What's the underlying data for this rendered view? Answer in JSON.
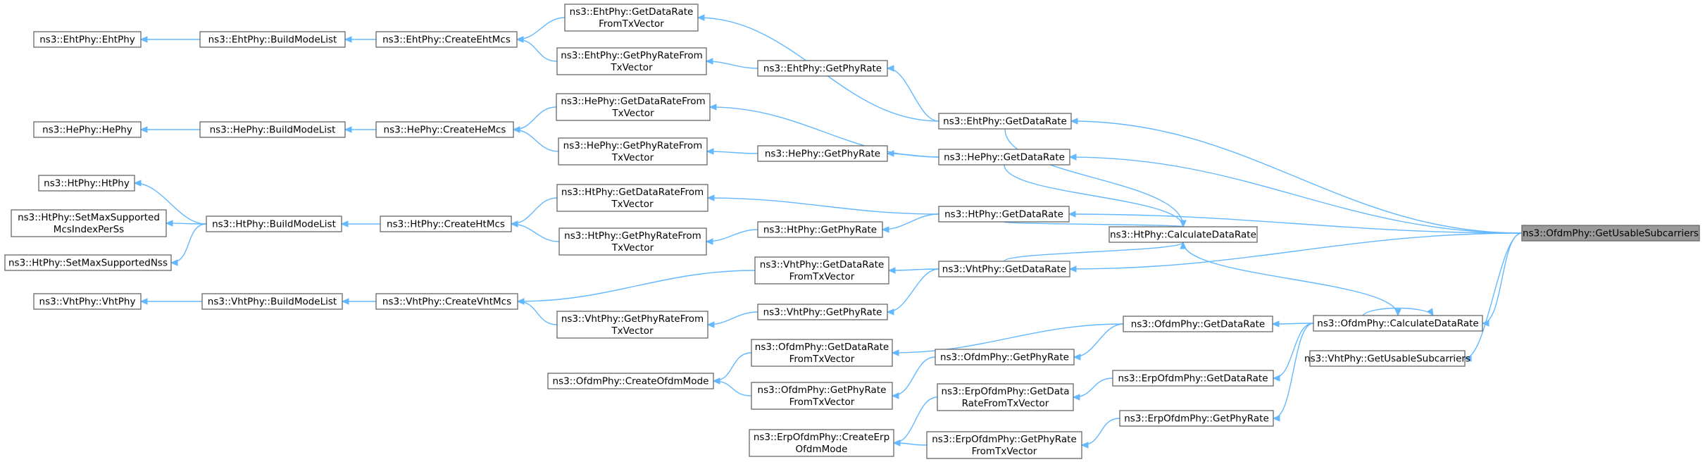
{
  "nodes": [
    {
      "id": "root",
      "lines": [
        "ns3::OfdmPhy::GetUsableSubcarriers"
      ],
      "root": true
    },
    {
      "id": "eht_phy",
      "lines": [
        "ns3::EhtPhy::EhtPhy"
      ]
    },
    {
      "id": "eht_bml",
      "lines": [
        "ns3::EhtPhy::BuildModeList"
      ]
    },
    {
      "id": "eht_cm",
      "lines": [
        "ns3::EhtPhy::CreateEhtMcs"
      ]
    },
    {
      "id": "eht_gdr_tx",
      "lines": [
        "ns3::EhtPhy::GetDataRate",
        "FromTxVector"
      ]
    },
    {
      "id": "eht_gpr_tx",
      "lines": [
        "ns3::EhtPhy::GetPhyRateFrom",
        "TxVector"
      ]
    },
    {
      "id": "eht_gpr",
      "lines": [
        "ns3::EhtPhy::GetPhyRate"
      ]
    },
    {
      "id": "eht_gdr",
      "lines": [
        "ns3::EhtPhy::GetDataRate"
      ]
    },
    {
      "id": "he_phy",
      "lines": [
        "ns3::HePhy::HePhy"
      ]
    },
    {
      "id": "he_bml",
      "lines": [
        "ns3::HePhy::BuildModeList"
      ]
    },
    {
      "id": "he_cm",
      "lines": [
        "ns3::HePhy::CreateHeMcs"
      ]
    },
    {
      "id": "he_gdr_tx",
      "lines": [
        "ns3::HePhy::GetDataRateFrom",
        "TxVector"
      ]
    },
    {
      "id": "he_gpr_tx",
      "lines": [
        "ns3::HePhy::GetPhyRateFrom",
        "TxVector"
      ]
    },
    {
      "id": "he_gpr",
      "lines": [
        "ns3::HePhy::GetPhyRate"
      ]
    },
    {
      "id": "he_gdr",
      "lines": [
        "ns3::HePhy::GetDataRate"
      ]
    },
    {
      "id": "ht_phy",
      "lines": [
        "ns3::HtPhy::HtPhy"
      ]
    },
    {
      "id": "ht_smsm",
      "lines": [
        "ns3::HtPhy::SetMaxSupported",
        "McsIndexPerSs"
      ]
    },
    {
      "id": "ht_smsn",
      "lines": [
        "ns3::HtPhy::SetMaxSupportedNss"
      ]
    },
    {
      "id": "ht_bml",
      "lines": [
        "ns3::HtPhy::BuildModeList"
      ]
    },
    {
      "id": "ht_cm",
      "lines": [
        "ns3::HtPhy::CreateHtMcs"
      ]
    },
    {
      "id": "ht_gdr_tx",
      "lines": [
        "ns3::HtPhy::GetDataRateFrom",
        "TxVector"
      ]
    },
    {
      "id": "ht_gpr_tx",
      "lines": [
        "ns3::HtPhy::GetPhyRateFrom",
        "TxVector"
      ]
    },
    {
      "id": "ht_gpr",
      "lines": [
        "ns3::HtPhy::GetPhyRate"
      ]
    },
    {
      "id": "ht_gdr",
      "lines": [
        "ns3::HtPhy::GetDataRate"
      ]
    },
    {
      "id": "ht_cdr",
      "lines": [
        "ns3::HtPhy::CalculateDataRate"
      ]
    },
    {
      "id": "vht_phy",
      "lines": [
        "ns3::VhtPhy::VhtPhy"
      ]
    },
    {
      "id": "vht_bml",
      "lines": [
        "ns3::VhtPhy::BuildModeList"
      ]
    },
    {
      "id": "vht_cm",
      "lines": [
        "ns3::VhtPhy::CreateVhtMcs"
      ]
    },
    {
      "id": "vht_gdr_tx",
      "lines": [
        "ns3::VhtPhy::GetDataRate",
        "FromTxVector"
      ]
    },
    {
      "id": "vht_gpr_tx",
      "lines": [
        "ns3::VhtPhy::GetPhyRateFrom",
        "TxVector"
      ]
    },
    {
      "id": "vht_gpr",
      "lines": [
        "ns3::VhtPhy::GetPhyRate"
      ]
    },
    {
      "id": "vht_gdr",
      "lines": [
        "ns3::VhtPhy::GetDataRate"
      ]
    },
    {
      "id": "vht_gus",
      "lines": [
        "ns3::VhtPhy::GetUsableSubcarriers"
      ]
    },
    {
      "id": "ofdm_com",
      "lines": [
        "ns3::OfdmPhy::CreateOfdmMode"
      ]
    },
    {
      "id": "ofdm_gdr_tx",
      "lines": [
        "ns3::OfdmPhy::GetDataRate",
        "FromTxVector"
      ]
    },
    {
      "id": "ofdm_gpr_tx",
      "lines": [
        "ns3::OfdmPhy::GetPhyRate",
        "FromTxVector"
      ]
    },
    {
      "id": "ofdm_gpr",
      "lines": [
        "ns3::OfdmPhy::GetPhyRate"
      ]
    },
    {
      "id": "ofdm_gdr",
      "lines": [
        "ns3::OfdmPhy::GetDataRate"
      ]
    },
    {
      "id": "ofdm_cdr",
      "lines": [
        "ns3::OfdmPhy::CalculateDataRate"
      ]
    },
    {
      "id": "erp_ceom",
      "lines": [
        "ns3::ErpOfdmPhy::CreateErp",
        "OfdmMode"
      ]
    },
    {
      "id": "erp_gdr_tx",
      "lines": [
        "ns3::ErpOfdmPhy::GetData",
        "RateFromTxVector"
      ]
    },
    {
      "id": "erp_gpr_tx",
      "lines": [
        "ns3::ErpOfdmPhy::GetPhyRate",
        "FromTxVector"
      ]
    },
    {
      "id": "erp_gdr",
      "lines": [
        "ns3::ErpOfdmPhy::GetDataRate"
      ]
    },
    {
      "id": "erp_gpr",
      "lines": [
        "ns3::ErpOfdmPhy::GetPhyRate"
      ]
    }
  ],
  "edges": [
    [
      "eht_phy",
      "eht_bml"
    ],
    [
      "eht_bml",
      "eht_cm"
    ],
    [
      "eht_cm",
      "eht_gdr_tx"
    ],
    [
      "eht_cm",
      "eht_gpr_tx"
    ],
    [
      "eht_gpr_tx",
      "eht_gpr"
    ],
    [
      "eht_gdr_tx",
      "eht_gdr"
    ],
    [
      "eht_gpr",
      "eht_gdr"
    ],
    [
      "eht_gdr",
      "root"
    ],
    [
      "he_phy",
      "he_bml"
    ],
    [
      "he_bml",
      "he_cm"
    ],
    [
      "he_cm",
      "he_gdr_tx"
    ],
    [
      "he_cm",
      "he_gpr_tx"
    ],
    [
      "he_gpr_tx",
      "he_gpr"
    ],
    [
      "he_gdr_tx",
      "he_gdr"
    ],
    [
      "he_gpr",
      "he_gdr"
    ],
    [
      "he_gdr",
      "root"
    ],
    [
      "ht_phy",
      "ht_bml"
    ],
    [
      "ht_smsm",
      "ht_bml"
    ],
    [
      "ht_smsn",
      "ht_bml"
    ],
    [
      "ht_bml",
      "ht_cm"
    ],
    [
      "ht_cm",
      "ht_gdr_tx"
    ],
    [
      "ht_cm",
      "ht_gpr_tx"
    ],
    [
      "ht_gpr_tx",
      "ht_gpr"
    ],
    [
      "ht_gdr_tx",
      "ht_gdr"
    ],
    [
      "ht_gpr",
      "ht_gdr"
    ],
    [
      "ht_gdr",
      "root"
    ],
    [
      "ht_cdr",
      "ht_gdr"
    ],
    [
      "ht_cdr",
      "vht_gdr"
    ],
    [
      "ht_cdr",
      "he_gdr"
    ],
    [
      "ht_cdr",
      "eht_gdr"
    ],
    [
      "ofdm_cdr",
      "ht_cdr"
    ],
    [
      "vht_phy",
      "vht_bml"
    ],
    [
      "vht_bml",
      "vht_cm"
    ],
    [
      "vht_cm",
      "vht_gdr_tx"
    ],
    [
      "vht_cm",
      "vht_gpr_tx"
    ],
    [
      "vht_gpr_tx",
      "vht_gpr"
    ],
    [
      "vht_gdr_tx",
      "vht_gdr"
    ],
    [
      "vht_gpr",
      "vht_gdr"
    ],
    [
      "vht_gdr",
      "root"
    ],
    [
      "ofdm_com",
      "ofdm_gdr_tx"
    ],
    [
      "ofdm_com",
      "ofdm_gpr_tx"
    ],
    [
      "ofdm_gpr_tx",
      "ofdm_gpr"
    ],
    [
      "ofdm_gdr_tx",
      "ofdm_gdr"
    ],
    [
      "ofdm_gpr",
      "ofdm_gdr"
    ],
    [
      "ofdm_gdr",
      "ofdm_cdr"
    ],
    [
      "erp_ceom",
      "erp_gdr_tx"
    ],
    [
      "erp_ceom",
      "erp_gpr_tx"
    ],
    [
      "erp_gdr_tx",
      "erp_gdr"
    ],
    [
      "erp_gpr_tx",
      "erp_gpr"
    ],
    [
      "erp_gdr",
      "ofdm_cdr"
    ],
    [
      "erp_gpr",
      "ofdm_cdr"
    ],
    [
      "ofdm_cdr",
      "ofdm_cdr"
    ],
    [
      "ofdm_cdr",
      "root"
    ],
    [
      "vht_gus",
      "root"
    ]
  ]
}
